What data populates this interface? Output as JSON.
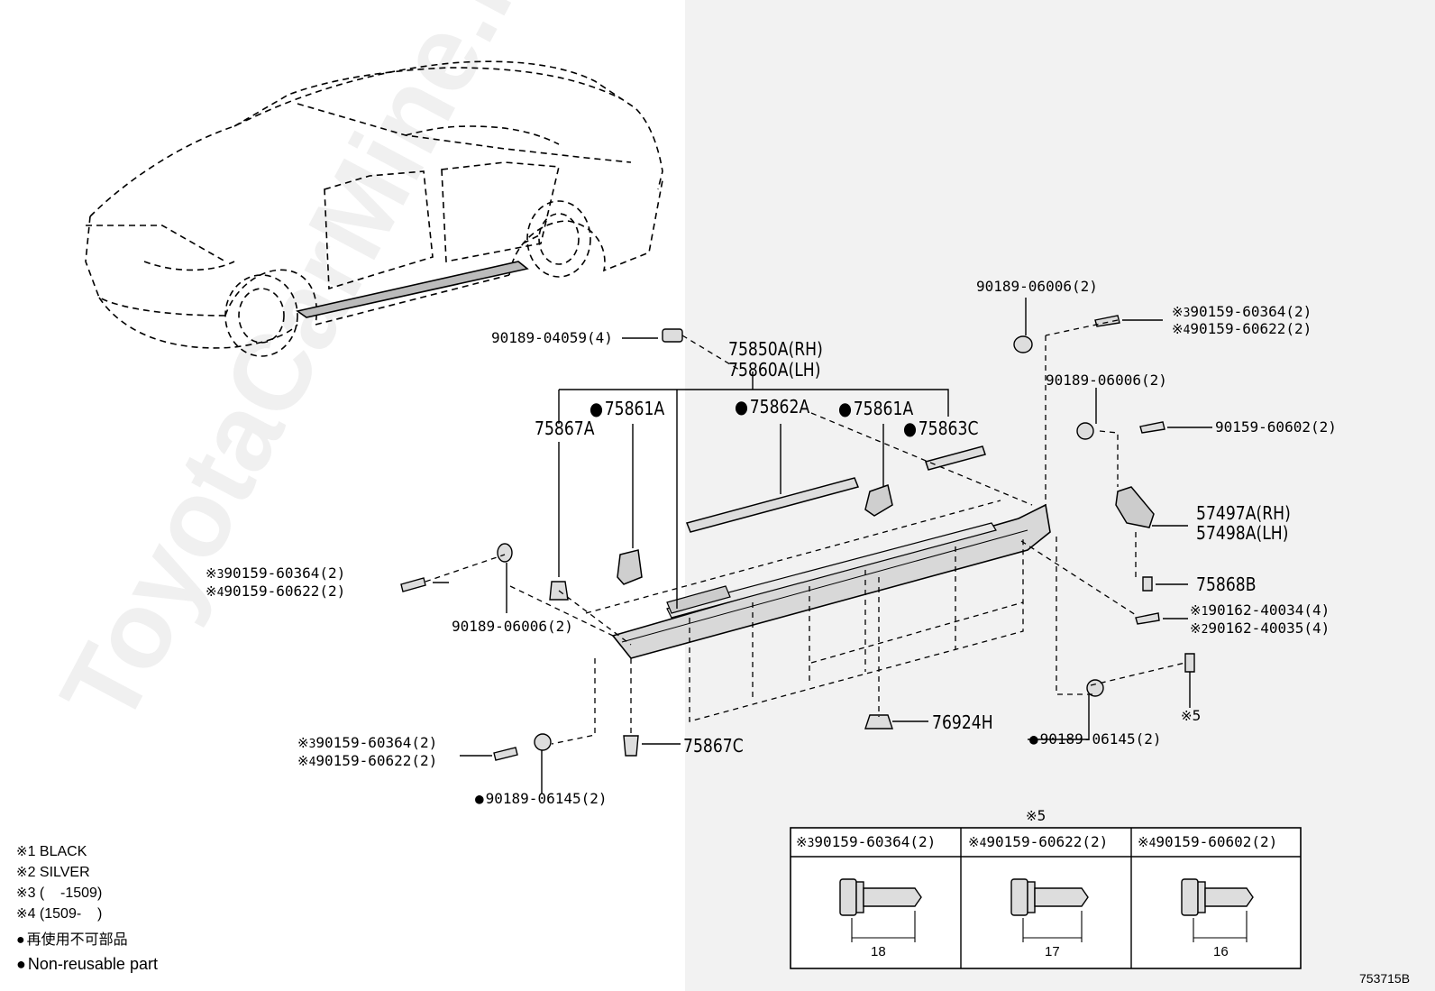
{
  "watermark": "ToyotaCarMine.ru",
  "labels": {
    "clip_top": "90189-04059(4)",
    "molding_rh": "75850A(RH)",
    "molding_lh": "75860A(LH)",
    "p75867a": "75867A",
    "p75861a_left": "75861A",
    "p75862a": "75862A",
    "p75861a_right": "75861A",
    "p75863c": "75863C",
    "nut_top": "90189-06006(2)",
    "screw_top_3": "90159-60364(2)",
    "screw_top_4": "90159-60622(2)",
    "nut_mid": "90189-06006(2)",
    "screw_mid": "90159-60602(2)",
    "bracket_rh": "57497A(RH)",
    "bracket_lh": "57498A(LH)",
    "p75868b": "75868B",
    "screw_black": "90162-40034(4)",
    "screw_silver": "90162-40035(4)",
    "left_screw_3": "90159-60364(2)",
    "left_screw_4": "90159-60622(2)",
    "nut_left": "90189-06006(2)",
    "p76924h": "76924H",
    "clip_right_bottom": "90189-06145(2)",
    "note_5": "5",
    "bottom_screw_3": "90159-60364(2)",
    "bottom_screw_4": "90159-60622(2)",
    "p75867c": "75867C",
    "clip_bottom": "90189-06145(2)",
    "mark_1": "1",
    "mark_2": "2",
    "mark_3": "3",
    "mark_4": "4"
  },
  "table": {
    "title": "5",
    "cols": [
      {
        "mark": "3",
        "part": "90159-60364(2)",
        "length": "18"
      },
      {
        "mark": "4",
        "part": "90159-60622(2)",
        "length": "17"
      },
      {
        "mark": "4",
        "part": "90159-60602(2)",
        "length": "16"
      }
    ]
  },
  "legend": {
    "n1": "1 BLACK",
    "n2": "2 SILVER",
    "n3": "3 (    -1509)",
    "n4": "4 (1509-    )",
    "jp": "再使用不可部品",
    "en": "Non-reusable part"
  },
  "diagram_code": "753715B"
}
